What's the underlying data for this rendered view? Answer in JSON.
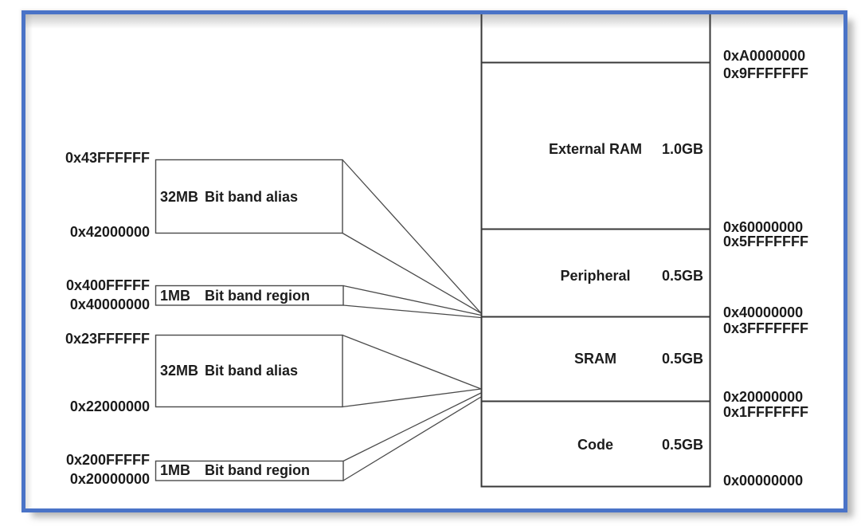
{
  "memory_map": {
    "regions": [
      {
        "name": "External RAM",
        "size": "1.0GB"
      },
      {
        "name": "Peripheral",
        "size": "0.5GB"
      },
      {
        "name": "SRAM",
        "size": "0.5GB"
      },
      {
        "name": "Code",
        "size": "0.5GB"
      }
    ],
    "right_addresses": [
      "0xA0000000",
      "0x9FFFFFFF",
      "0x60000000",
      "0x5FFFFFFF",
      "0x40000000",
      "0x3FFFFFFF",
      "0x20000000",
      "0x1FFFFFFF",
      "0x00000000"
    ],
    "bitband_boxes": [
      {
        "size": "32MB",
        "label": "Bit band alias",
        "top_address": "0x43FFFFFF",
        "bottom_address": "0x42000000"
      },
      {
        "size": "1MB",
        "label": "Bit band region",
        "top_address": "0x400FFFFF",
        "bottom_address": "0x40000000"
      },
      {
        "size": "32MB",
        "label": "Bit band alias",
        "top_address": "0x23FFFFFF",
        "bottom_address": "0x22000000"
      },
      {
        "size": "1MB",
        "label": "Bit band region",
        "top_address": "0x200FFFFF",
        "bottom_address": "0x20000000"
      }
    ],
    "colors": {
      "frame_border": "#4a73c7",
      "diagram_line": "#4a4a4a",
      "column_line": "#383838",
      "text": "#1c1c1c"
    }
  }
}
